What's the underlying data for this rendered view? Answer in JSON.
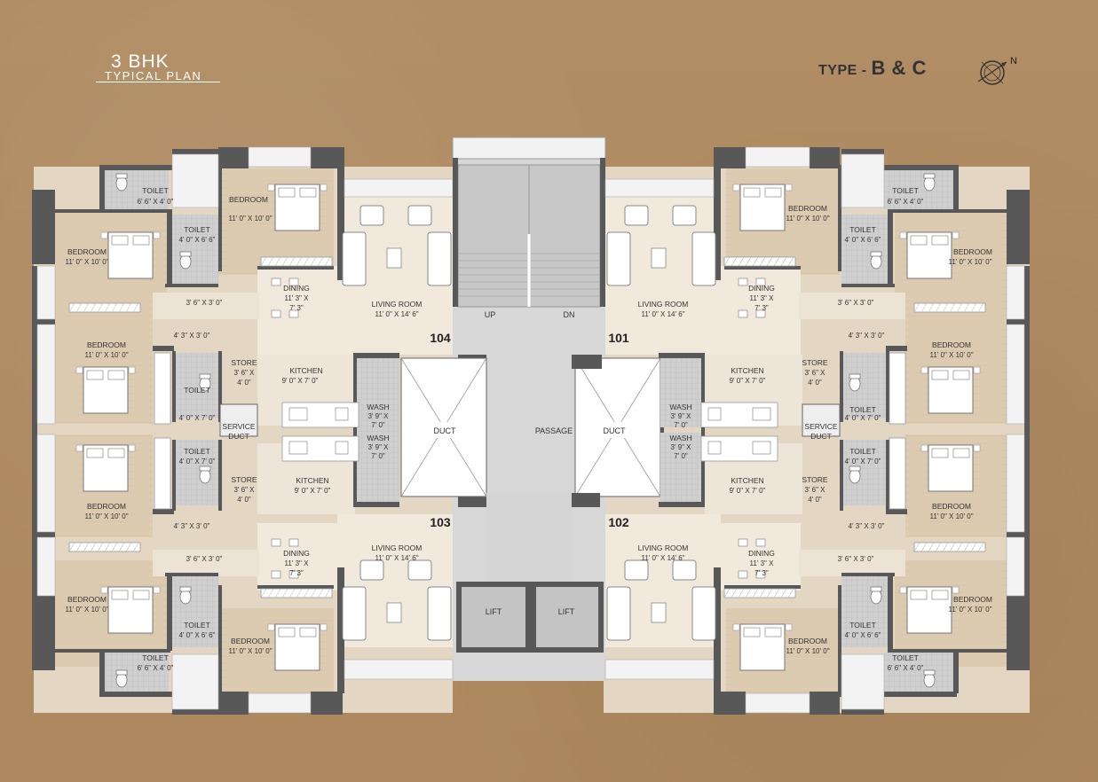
{
  "header": {
    "title": "3 BHK",
    "subtitle": "TYPICAL PLAN",
    "type_prefix": "TYPE -",
    "type_value": "B & C",
    "north": "N"
  },
  "core": {
    "up": "UP",
    "dn": "DN",
    "passage": "PASSAGE",
    "duct": "DUCT",
    "lift": "LIFT",
    "service_duct": [
      "SERVICE",
      "DUCT"
    ]
  },
  "units": {
    "u101": "101",
    "u102": "102",
    "u103": "103",
    "u104": "104"
  },
  "rooms": {
    "toilet": "TOILET",
    "bedroom": "BEDROOM",
    "dining": "DINING",
    "living": "LIVING ROOM",
    "kitchen": "KITCHEN",
    "store": "STORE",
    "wash": "WASH"
  },
  "dims": {
    "toilet_big": "6' 6\" X 4' 0\"",
    "toilet_466": "4' 0\" X 6' 6\"",
    "toilet_470": "4' 0\" X 7' 0\"",
    "bed_1110": "11' 0\" X 10' 0\"",
    "dining_a": "11' 3\" X",
    "dining_b": "7' 3\"",
    "living": "11' 0\" X 14' 6\"",
    "kitchen": "9' 0\" X 7' 0\"",
    "store_a": "3' 6\" X",
    "store_b": "4' 0\"",
    "wash_a": "3' 9\" X",
    "wash_b": "7' 0\"",
    "pass_363": "3' 6\" X 3' 0\"",
    "pass_433": "4' 3\" X 3' 0\""
  }
}
